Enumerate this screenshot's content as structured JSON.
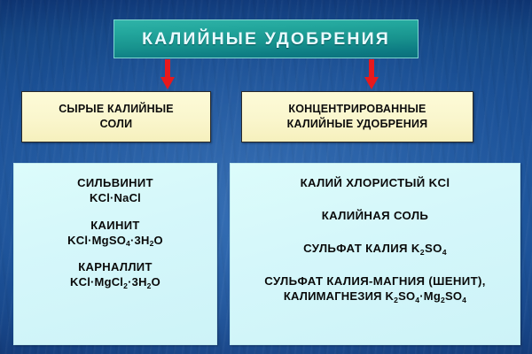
{
  "slide": {
    "title": "КАЛИЙНЫЕ УДОБРЕНИЯ",
    "background_color": "#1a5092",
    "title_banner_color": "#18938e",
    "arrow_color": "#e8191c",
    "category_box_color": "#faf6cd",
    "content_panel_color": "#d5f7fa"
  },
  "categories": [
    {
      "id": "raw-potassium-salts",
      "label": "СЫРЫЕ КАЛИЙНЫЕ СОЛИ",
      "label_lines": [
        "СЫРЫЕ КАЛИЙНЫЕ",
        "СОЛИ"
      ],
      "arrow": "down-arrow",
      "entries": [
        {
          "name": "СИЛЬВИНИТ",
          "formula_html": "KCl·NaCl",
          "formula_text": "KCl·NaCl"
        },
        {
          "name": "КАИНИТ",
          "formula_html": "KCl·MgSO<sub>4</sub>·3H<sub>2</sub>O",
          "formula_text": "KCl·MgSO4·3H2O"
        },
        {
          "name": "КАРНАЛЛИТ",
          "formula_html": "KCl·MgCl<sub>2</sub>·3H<sub>2</sub>O",
          "formula_text": "KCl·MgCl2·3H2O"
        }
      ]
    },
    {
      "id": "concentrated-potassium-fertilizers",
      "label": "КОНЦЕНТРИРОВАННЫЕ КАЛИЙНЫЕ УДОБРЕНИЯ",
      "label_lines": [
        "КОНЦЕНТРИРОВАННЫЕ",
        "КАЛИЙНЫЕ УДОБРЕНИЯ"
      ],
      "arrow": "down-arrow",
      "entries": [
        {
          "name_html": "КАЛИЙ ХЛОРИСТЫЙ KCl",
          "name_text": "КАЛИЙ ХЛОРИСТЫЙ KCl"
        },
        {
          "name_html": "КАЛИЙНАЯ СОЛЬ",
          "name_text": "КАЛИЙНАЯ СОЛЬ"
        },
        {
          "name_html": "СУЛЬФАТ КАЛИЯ K<sub>2</sub>SO<sub>4</sub>",
          "name_text": "СУЛЬФАТ КАЛИЯ K2SO4"
        },
        {
          "name_html": "СУЛЬФАТ КАЛИЯ-МАГНИЯ (ШЕНИТ),",
          "name_text": "СУЛЬФАТ КАЛИЯ-МАГНИЯ (ШЕНИТ),",
          "second_line_html": "КАЛИМАГНЕЗИЯ K<sub>2</sub>SO<sub>4</sub>·Mg<sub>2</sub>SO<sub>4</sub>",
          "second_line_text": "КАЛИМАГНЕЗИЯ K2SO4·Mg2SO4"
        }
      ]
    }
  ]
}
